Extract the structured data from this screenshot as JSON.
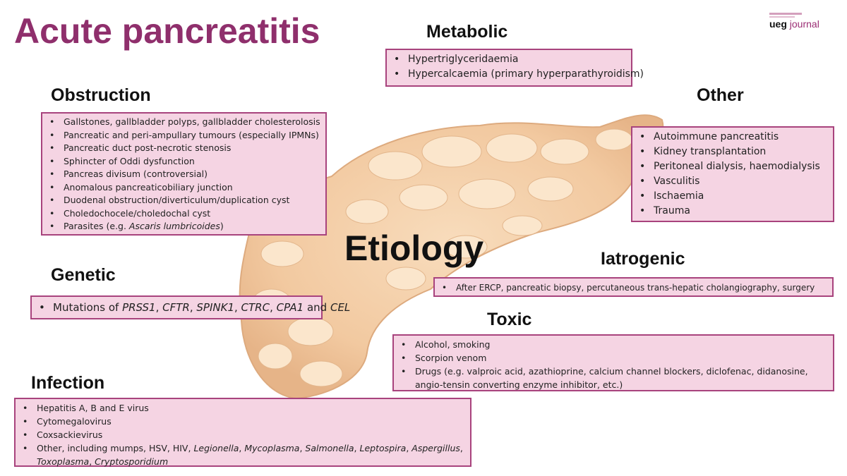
{
  "title": "Acute pancreatitis",
  "logo": {
    "brand": "ueg",
    "word": "journal"
  },
  "center_label": "Etiology",
  "colors": {
    "title": "#8f2f6c",
    "box_fill": "#f5d4e3",
    "box_border": "#a8437d",
    "organ": "#f2c9a0"
  },
  "categories": {
    "metabolic": {
      "heading": "Metabolic",
      "items": [
        {
          "parts": [
            {
              "text": "Hypertriglyceridaemia"
            }
          ]
        },
        {
          "parts": [
            {
              "text": "Hypercalcaemia (primary hyperparathyroidism)"
            }
          ]
        }
      ]
    },
    "obstruction": {
      "heading": "Obstruction",
      "items": [
        {
          "parts": [
            {
              "text": "Gallstones, gallbladder polyps, gallbladder cholesterolosis"
            }
          ]
        },
        {
          "parts": [
            {
              "text": "Pancreatic and peri-ampullary tumours (especially IPMNs)"
            }
          ]
        },
        {
          "parts": [
            {
              "text": "Pancreatic duct post-necrotic stenosis"
            }
          ]
        },
        {
          "parts": [
            {
              "text": "Sphincter of Oddi dysfunction"
            }
          ]
        },
        {
          "parts": [
            {
              "text": "Pancreas divisum (controversial)"
            }
          ]
        },
        {
          "parts": [
            {
              "text": "Anomalous pancreaticobiliary junction"
            }
          ]
        },
        {
          "parts": [
            {
              "text": "Duodenal obstruction/diverticulum/duplication cyst"
            }
          ]
        },
        {
          "parts": [
            {
              "text": "Choledochocele/choledochal cyst"
            }
          ]
        },
        {
          "parts": [
            {
              "text": "Parasites (e.g. "
            },
            {
              "text": "Ascaris lumbricoides",
              "italic": true
            },
            {
              "text": ")"
            }
          ]
        }
      ]
    },
    "other": {
      "heading": "Other",
      "items": [
        {
          "parts": [
            {
              "text": "Autoimmune pancreatitis"
            }
          ]
        },
        {
          "parts": [
            {
              "text": "Kidney transplantation"
            }
          ]
        },
        {
          "parts": [
            {
              "text": "Peritoneal dialysis, haemodialysis"
            }
          ]
        },
        {
          "parts": [
            {
              "text": "Vasculitis"
            }
          ]
        },
        {
          "parts": [
            {
              "text": "Ischaemia"
            }
          ]
        },
        {
          "parts": [
            {
              "text": "Trauma"
            }
          ]
        }
      ]
    },
    "genetic": {
      "heading": "Genetic",
      "items": [
        {
          "parts": [
            {
              "text": "Mutations of "
            },
            {
              "text": "PRSS1",
              "italic": true
            },
            {
              "text": ", "
            },
            {
              "text": "CFTR",
              "italic": true
            },
            {
              "text": ", "
            },
            {
              "text": "SPINK1",
              "italic": true
            },
            {
              "text": ", "
            },
            {
              "text": "CTRC",
              "italic": true
            },
            {
              "text": ", "
            },
            {
              "text": "CPA1",
              "italic": true
            },
            {
              "text": " and "
            },
            {
              "text": "CEL",
              "italic": true
            }
          ]
        }
      ]
    },
    "iatrogenic": {
      "heading": "Iatrogenic",
      "items": [
        {
          "parts": [
            {
              "text": "After ERCP, pancreatic biopsy, percutaneous trans-hepatic cholangiography, surgery"
            }
          ]
        }
      ]
    },
    "toxic": {
      "heading": "Toxic",
      "items": [
        {
          "parts": [
            {
              "text": "Alcohol, smoking"
            }
          ]
        },
        {
          "parts": [
            {
              "text": "Scorpion venom"
            }
          ]
        },
        {
          "parts": [
            {
              "text": "Drugs (e.g. valproic acid, azathioprine, calcium channel blockers, diclofenac, didanosine, angio-tensin converting enzyme inhibitor, etc.)"
            }
          ]
        }
      ]
    },
    "infection": {
      "heading": "Infection",
      "items": [
        {
          "parts": [
            {
              "text": "Hepatitis A, B and E virus"
            }
          ]
        },
        {
          "parts": [
            {
              "text": "Cytomegalovirus"
            }
          ]
        },
        {
          "parts": [
            {
              "text": "Coxsackievirus"
            }
          ]
        },
        {
          "parts": [
            {
              "text": "Other, including mumps, HSV, HIV, "
            },
            {
              "text": "Legionella",
              "italic": true
            },
            {
              "text": ", "
            },
            {
              "text": "Mycoplasma",
              "italic": true
            },
            {
              "text": ", "
            },
            {
              "text": "Salmonella",
              "italic": true
            },
            {
              "text": ", "
            },
            {
              "text": "Leptospira",
              "italic": true
            },
            {
              "text": ", "
            },
            {
              "text": "Aspergillus",
              "italic": true
            },
            {
              "text": ", "
            },
            {
              "text": "Toxoplasma",
              "italic": true
            },
            {
              "text": ", "
            },
            {
              "text": "Cryptosporidium",
              "italic": true
            }
          ]
        }
      ]
    }
  }
}
